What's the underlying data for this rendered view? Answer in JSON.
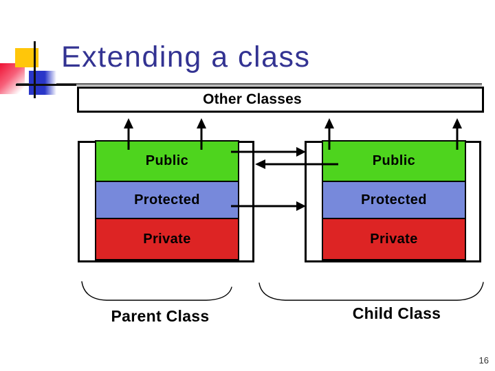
{
  "slide": {
    "title": "Extending a class",
    "page_number": "16"
  },
  "colors": {
    "title": "#333392",
    "public_green": "#4ED41E",
    "protected_blue": "#7789DB",
    "private_red": "#DD2424"
  },
  "other_classes": {
    "label": "Other Classes"
  },
  "parent": {
    "caption": "Parent Class",
    "sections": [
      {
        "label": "Public"
      },
      {
        "label": "Protected"
      },
      {
        "label": "Private"
      }
    ]
  },
  "child": {
    "caption": "Child Class",
    "sections": [
      {
        "label": "Public"
      },
      {
        "label": "Protected"
      },
      {
        "label": "Private"
      }
    ]
  }
}
